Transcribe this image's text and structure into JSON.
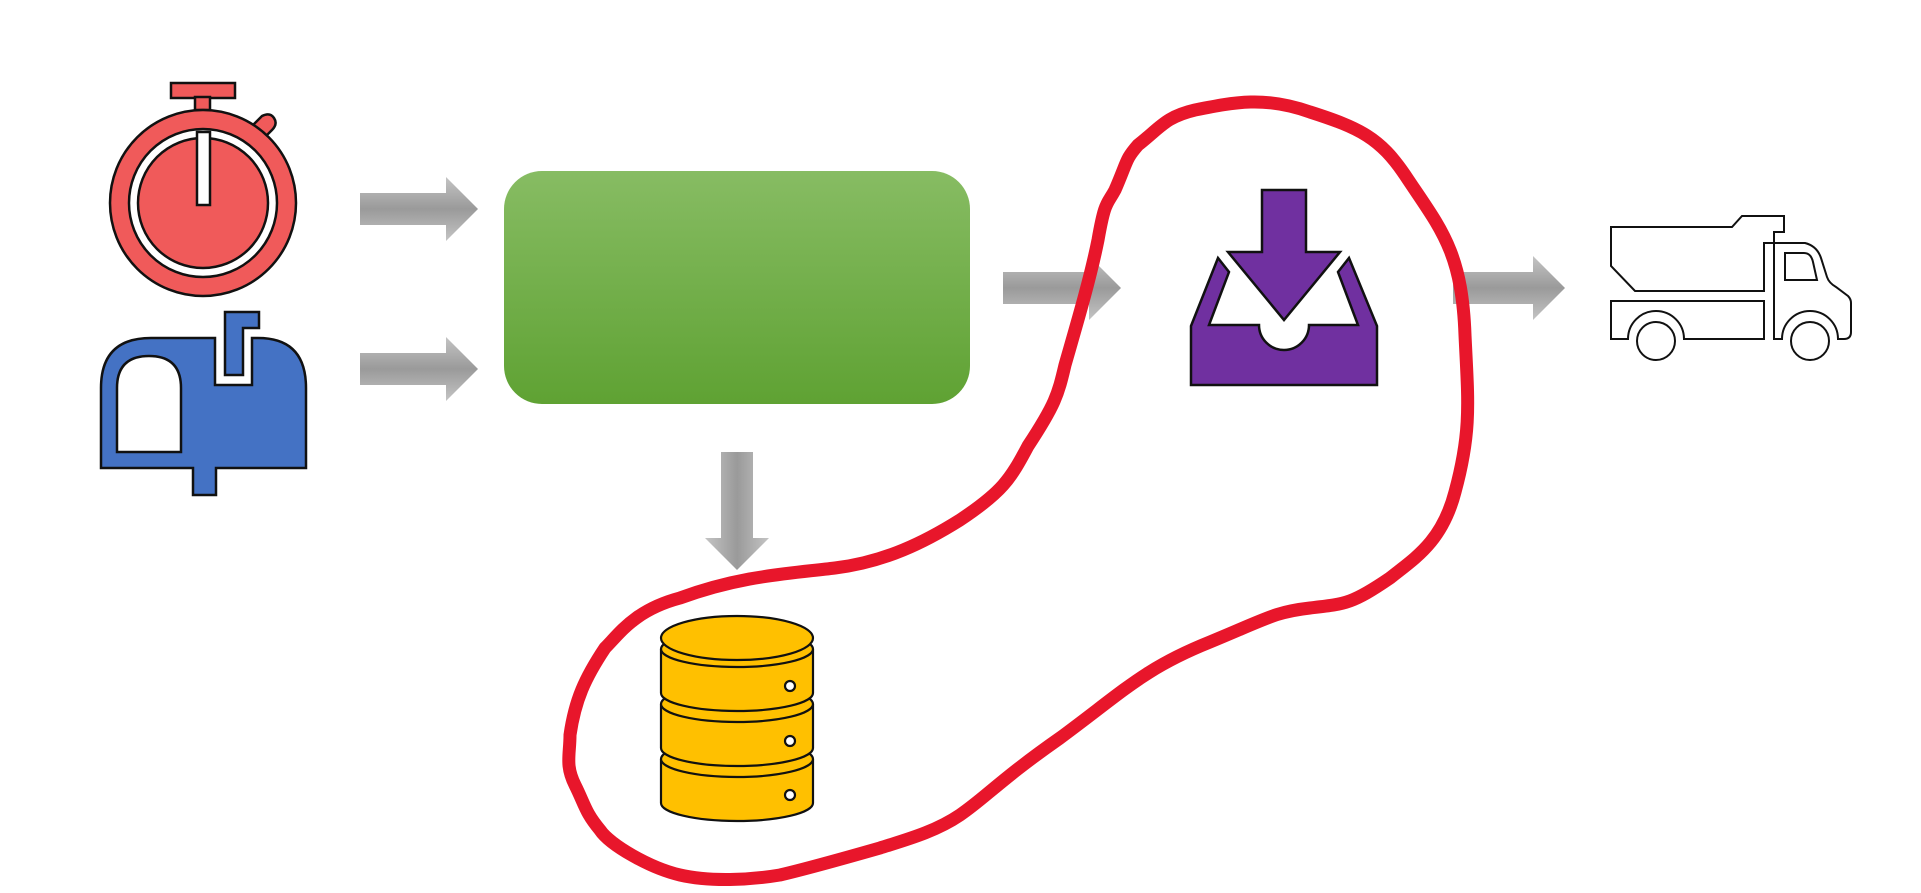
{
  "diagram": {
    "nodes": [
      {
        "id": "timer",
        "icon": "stopwatch-icon",
        "label": ""
      },
      {
        "id": "mail",
        "icon": "mailbox-icon",
        "label": ""
      },
      {
        "id": "process",
        "icon": "",
        "label": ""
      },
      {
        "id": "storage",
        "icon": "database-icon",
        "label": ""
      },
      {
        "id": "inbox",
        "icon": "inbox-download-icon",
        "label": ""
      },
      {
        "id": "delivery",
        "icon": "dump-truck-icon",
        "label": ""
      }
    ],
    "edges": [
      {
        "from": "timer",
        "to": "process"
      },
      {
        "from": "mail",
        "to": "process"
      },
      {
        "from": "process",
        "to": "storage"
      },
      {
        "from": "process",
        "to": "inbox"
      },
      {
        "from": "inbox",
        "to": "delivery"
      }
    ],
    "highlight": {
      "encloses": [
        "storage",
        "inbox"
      ]
    },
    "colors": {
      "timer": "#F05A5A",
      "mailbox": "#4472C4",
      "process_top": "#87BC63",
      "process_bottom": "#5FA233",
      "database": "#FFC000",
      "inbox": "#7030A0",
      "arrow": "#A6A6A6",
      "highlight_stroke": "#E8162B",
      "outline": "#111111"
    }
  }
}
